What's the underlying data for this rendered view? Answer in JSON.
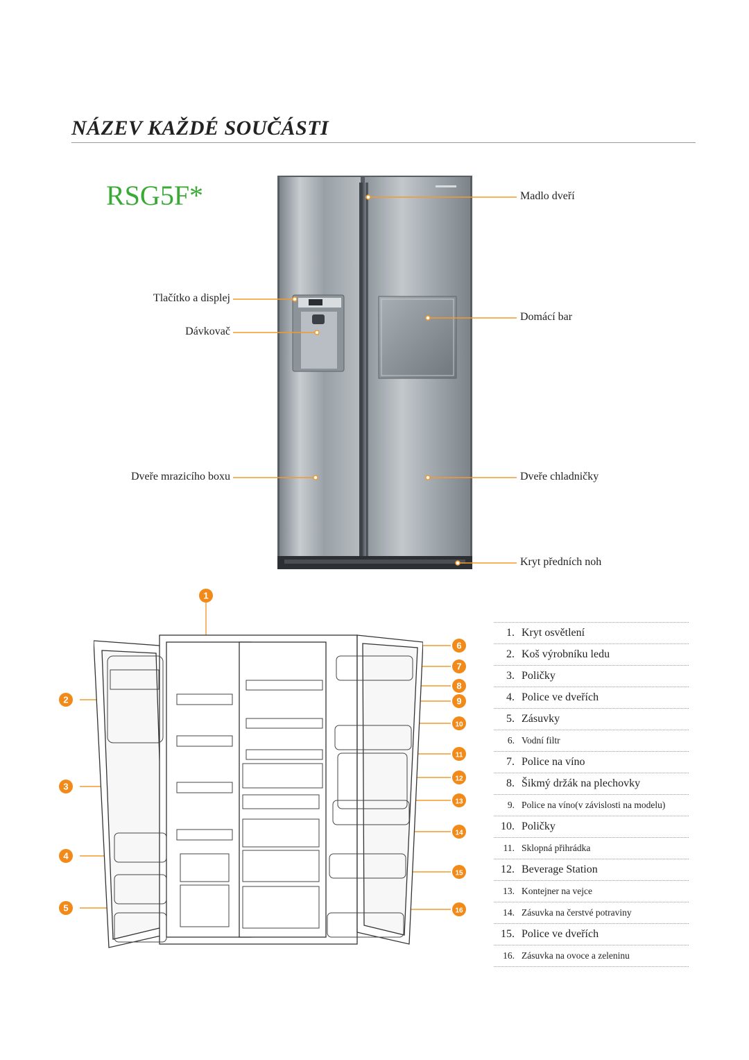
{
  "page": {
    "title": "NÁZEV KAŽDÉ SOUČÁSTI",
    "model": "RSG5F*"
  },
  "callouts": [
    {
      "label": "Madlo dveří"
    },
    {
      "label": "Tlačítko a displej"
    },
    {
      "label": "Domácí bar"
    },
    {
      "label": "Dávkovač"
    },
    {
      "label": "Dveře mrazicího boxu"
    },
    {
      "label": "Dveře chladničky"
    },
    {
      "label": "Kryt předních noh"
    }
  ],
  "badges": [
    "1",
    "2",
    "3",
    "4",
    "5",
    "6",
    "7",
    "8",
    "9",
    "10",
    "11",
    "12",
    "13",
    "14",
    "15",
    "16"
  ],
  "legend": [
    {
      "num": "1.",
      "label": "Kryt osvětlení",
      "small": false
    },
    {
      "num": "2.",
      "label": "Koš výrobníku ledu",
      "small": false
    },
    {
      "num": "3.",
      "label": "Poličky",
      "small": false
    },
    {
      "num": "4.",
      "label": "Police ve dveřích",
      "small": false
    },
    {
      "num": "5.",
      "label": "Zásuvky",
      "small": false
    },
    {
      "num": "6.",
      "label": "Vodní filtr",
      "small": true
    },
    {
      "num": "7.",
      "label": "Police na víno",
      "small": false
    },
    {
      "num": "8.",
      "label": "Šikmý držák na plechovky",
      "small": false
    },
    {
      "num": "9.",
      "label": "Police na víno(v závislosti na modelu)",
      "small": true
    },
    {
      "num": "10.",
      "label": "Poličky",
      "small": false
    },
    {
      "num": "11.",
      "label": "Sklopná přihrádka",
      "small": true
    },
    {
      "num": "12.",
      "label": "Beverage Station",
      "small": false
    },
    {
      "num": "13.",
      "label": "Kontejner na vejce",
      "small": true
    },
    {
      "num": "14.",
      "label": "Zásuvka na čerstvé potraviny",
      "small": true
    },
    {
      "num": "15.",
      "label": "Police ve dveřích",
      "small": false
    },
    {
      "num": "16.",
      "label": "Zásuvka na ovoce a zeleninu",
      "small": true
    }
  ],
  "colors": {
    "model": "#3aa935",
    "callout_line": "#f39a2e",
    "badge": "#f28a1a",
    "steel_light": "#b9bfc4",
    "steel_dark": "#6f767c"
  }
}
